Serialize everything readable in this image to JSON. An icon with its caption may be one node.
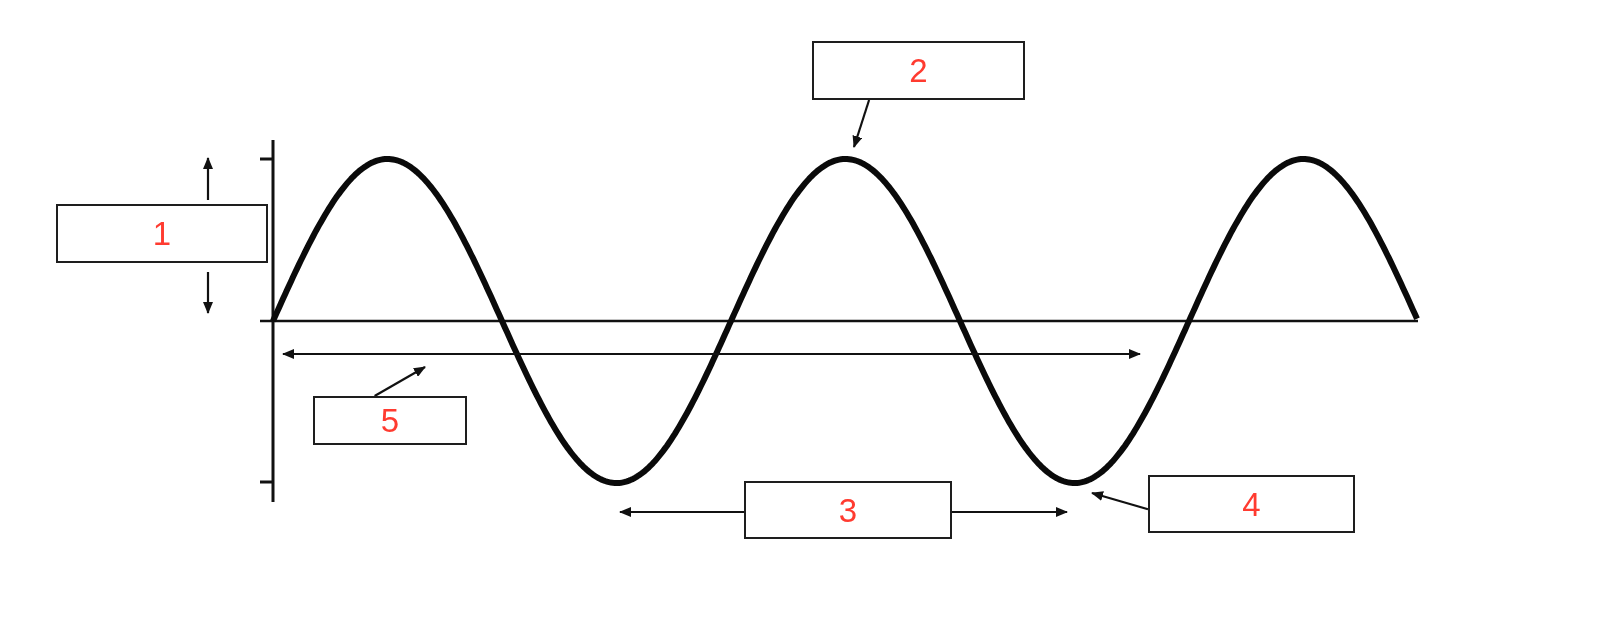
{
  "diagram": {
    "nodes": [
      {
        "text": [
          "1"
        ]
      },
      {
        "text": [
          "2"
        ]
      },
      {
        "text": [
          "3"
        ]
      },
      {
        "text": [
          "4"
        ]
      },
      {
        "text": [
          "5"
        ]
      }
    ],
    "edges": [
      {
        "from": 1,
        "to": null,
        "arrow": "to"
      },
      {
        "from": 3,
        "to": null,
        "arrow": "to"
      },
      {
        "from": 4,
        "to": null,
        "arrow": "to"
      }
    ]
  }
}
